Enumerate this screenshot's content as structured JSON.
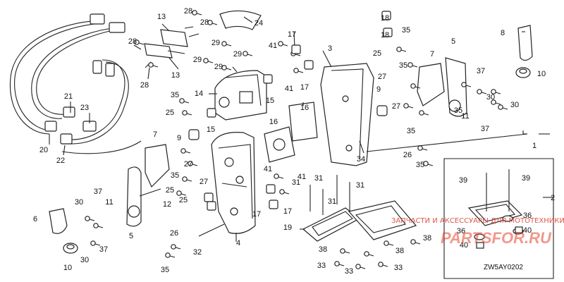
{
  "diagram": {
    "code": "ZW5AY0202",
    "callouts": [
      {
        "id": "c1",
        "text": "1"
      },
      {
        "id": "c2",
        "text": "2"
      },
      {
        "id": "c3",
        "text": "3"
      },
      {
        "id": "c4",
        "text": "4"
      },
      {
        "id": "c5a",
        "text": "5"
      },
      {
        "id": "c5b",
        "text": "5"
      },
      {
        "id": "c6",
        "text": "6"
      },
      {
        "id": "c7a",
        "text": "7"
      },
      {
        "id": "c7b",
        "text": "7"
      },
      {
        "id": "c8",
        "text": "8"
      },
      {
        "id": "c9a",
        "text": "9"
      },
      {
        "id": "c9b",
        "text": "9"
      },
      {
        "id": "c10a",
        "text": "10"
      },
      {
        "id": "c10b",
        "text": "10"
      },
      {
        "id": "c11a",
        "text": "11"
      },
      {
        "id": "c11b",
        "text": "11"
      },
      {
        "id": "c12",
        "text": "12"
      },
      {
        "id": "c13a",
        "text": "13"
      },
      {
        "id": "c13b",
        "text": "13"
      },
      {
        "id": "c14",
        "text": "14"
      },
      {
        "id": "c15a",
        "text": "15"
      },
      {
        "id": "c15b",
        "text": "15"
      },
      {
        "id": "c16a",
        "text": "16"
      },
      {
        "id": "c16b",
        "text": "16"
      },
      {
        "id": "c17a",
        "text": "17"
      },
      {
        "id": "c17b",
        "text": "17"
      },
      {
        "id": "c17c",
        "text": "17"
      },
      {
        "id": "c17d",
        "text": "17"
      },
      {
        "id": "c18a",
        "text": "18"
      },
      {
        "id": "c18b",
        "text": "18"
      },
      {
        "id": "c19",
        "text": "19"
      },
      {
        "id": "c20",
        "text": "20"
      },
      {
        "id": "c21",
        "text": "21"
      },
      {
        "id": "c22",
        "text": "22"
      },
      {
        "id": "c23",
        "text": "23"
      },
      {
        "id": "c24",
        "text": "24"
      },
      {
        "id": "c25a",
        "text": "25"
      },
      {
        "id": "c25b",
        "text": "25"
      },
      {
        "id": "c25c",
        "text": "25"
      },
      {
        "id": "c25d",
        "text": "25"
      },
      {
        "id": "c26a",
        "text": "26"
      },
      {
        "id": "c26b",
        "text": "26"
      },
      {
        "id": "c27a",
        "text": "27"
      },
      {
        "id": "c27b",
        "text": "27"
      },
      {
        "id": "c27c",
        "text": "27"
      },
      {
        "id": "c27d",
        "text": "27"
      },
      {
        "id": "c28a",
        "text": "28"
      },
      {
        "id": "c28b",
        "text": "28"
      },
      {
        "id": "c28c",
        "text": "28"
      },
      {
        "id": "c28d",
        "text": "28"
      },
      {
        "id": "c29a",
        "text": "29"
      },
      {
        "id": "c29b",
        "text": "29"
      },
      {
        "id": "c29c",
        "text": "29"
      },
      {
        "id": "c29d",
        "text": "29"
      },
      {
        "id": "c30a",
        "text": "30"
      },
      {
        "id": "c30b",
        "text": "30"
      },
      {
        "id": "c30c",
        "text": "30"
      },
      {
        "id": "c30d",
        "text": "30"
      },
      {
        "id": "c31a",
        "text": "31"
      },
      {
        "id": "c31b",
        "text": "31"
      },
      {
        "id": "c31c",
        "text": "31"
      },
      {
        "id": "c31d",
        "text": "31"
      },
      {
        "id": "c32",
        "text": "32"
      },
      {
        "id": "c33a",
        "text": "33"
      },
      {
        "id": "c33b",
        "text": "33"
      },
      {
        "id": "c33c",
        "text": "33"
      },
      {
        "id": "c34",
        "text": "34"
      },
      {
        "id": "c35a",
        "text": "35"
      },
      {
        "id": "c35b",
        "text": "35"
      },
      {
        "id": "c35c",
        "text": "35"
      },
      {
        "id": "c35d",
        "text": "35"
      },
      {
        "id": "c35e",
        "text": "35"
      },
      {
        "id": "c35f",
        "text": "35"
      },
      {
        "id": "c35g",
        "text": "35"
      },
      {
        "id": "c35h",
        "text": "35"
      },
      {
        "id": "c36a",
        "text": "36"
      },
      {
        "id": "c36b",
        "text": "36"
      },
      {
        "id": "c37a",
        "text": "37"
      },
      {
        "id": "c37b",
        "text": "37"
      },
      {
        "id": "c37c",
        "text": "37"
      },
      {
        "id": "c37d",
        "text": "37"
      },
      {
        "id": "c38a",
        "text": "38"
      },
      {
        "id": "c38b",
        "text": "38"
      },
      {
        "id": "c38c",
        "text": "38"
      },
      {
        "id": "c39a",
        "text": "39"
      },
      {
        "id": "c39b",
        "text": "39"
      },
      {
        "id": "c40a",
        "text": "40"
      },
      {
        "id": "c40b",
        "text": "40"
      },
      {
        "id": "c41a",
        "text": "41"
      },
      {
        "id": "c41b",
        "text": "41"
      },
      {
        "id": "c41c",
        "text": "41"
      },
      {
        "id": "c41d",
        "text": "41"
      }
    ]
  },
  "watermark": {
    "line1": "ЗАПЧАСТИ И АКСЕССУАРЫ ДЛЯ МОТОТЕХНИКИ",
    "logo": "PARTSFOR.RU"
  },
  "colors": {
    "ink": "#222222",
    "watermark": "#e8432e"
  }
}
